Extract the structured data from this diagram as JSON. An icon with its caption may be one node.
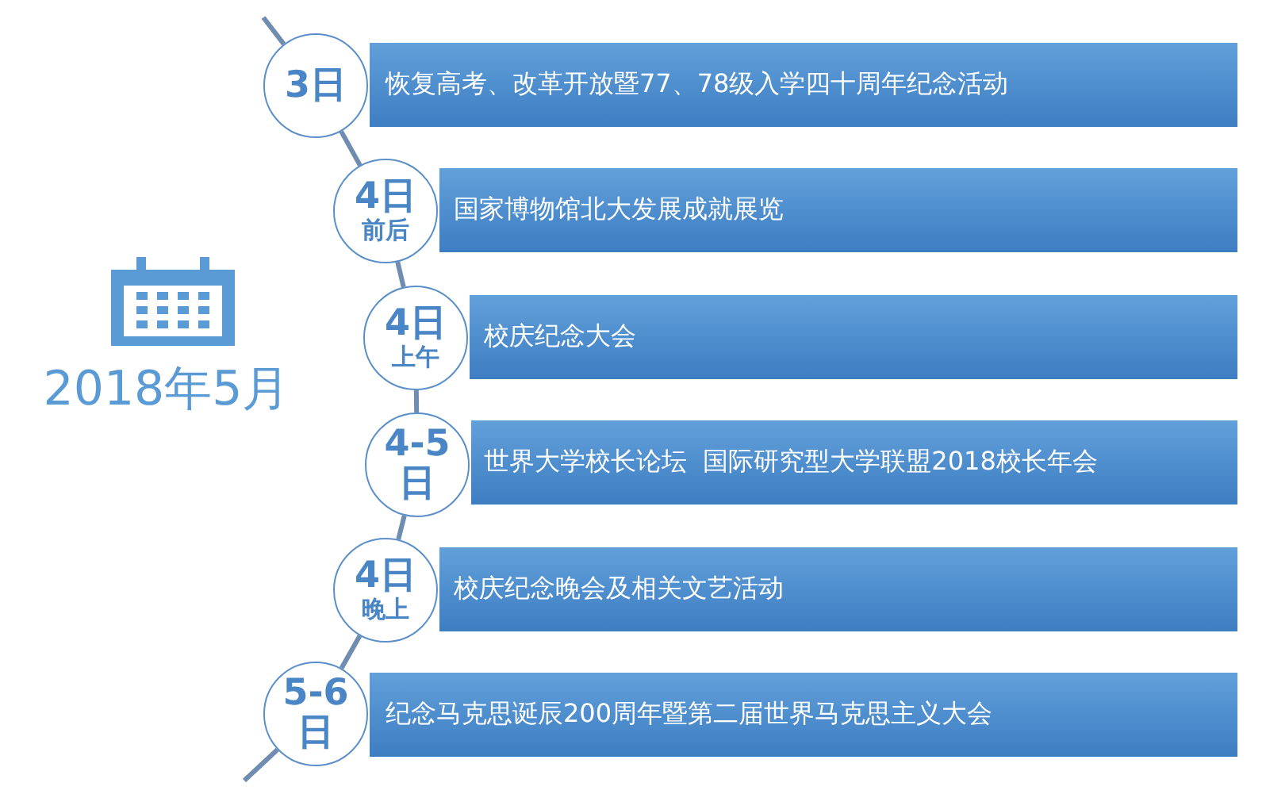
{
  "diagram": {
    "nodes": [
      {
        "text": [
          "3日"
        ]
      },
      {
        "text": [
          "恢复高考、改革开放暨77、78级入学四十周年纪念活动"
        ]
      },
      {
        "text": [
          "4日",
          "前后"
        ]
      },
      {
        "text": [
          "国家博物馆北大发展成就展览"
        ]
      },
      {
        "text": [
          "4日",
          "上午"
        ]
      },
      {
        "text": [
          "校庆纪念大会"
        ]
      },
      {
        "text": [
          "4-5日"
        ]
      },
      {
        "text": [
          "世界大学校长论坛  国际研究型大学联盟2018校长年会"
        ]
      },
      {
        "text": [
          "4日",
          "晚上"
        ]
      },
      {
        "text": [
          "校庆纪念晚会及相关文艺活动"
        ]
      },
      {
        "text": [
          "5-6日"
        ]
      },
      {
        "text": [
          "纪念马克思诞辰200周年暨第二届世界马克思主义大会"
        ]
      }
    ],
    "edges": [
      {
        "from": null,
        "to": 0,
        "arrow": "none"
      },
      {
        "from": 0,
        "to": 2,
        "arrow": "none"
      },
      {
        "from": 2,
        "to": 4,
        "arrow": "none"
      },
      {
        "from": 4,
        "to": 6,
        "arrow": "none"
      },
      {
        "from": 6,
        "to": 8,
        "arrow": "none"
      },
      {
        "from": 8,
        "to": 10,
        "arrow": "none"
      },
      {
        "from": 10,
        "to": null,
        "arrow": "none"
      }
    ],
    "labels": [
      "2018年5月"
    ]
  }
}
